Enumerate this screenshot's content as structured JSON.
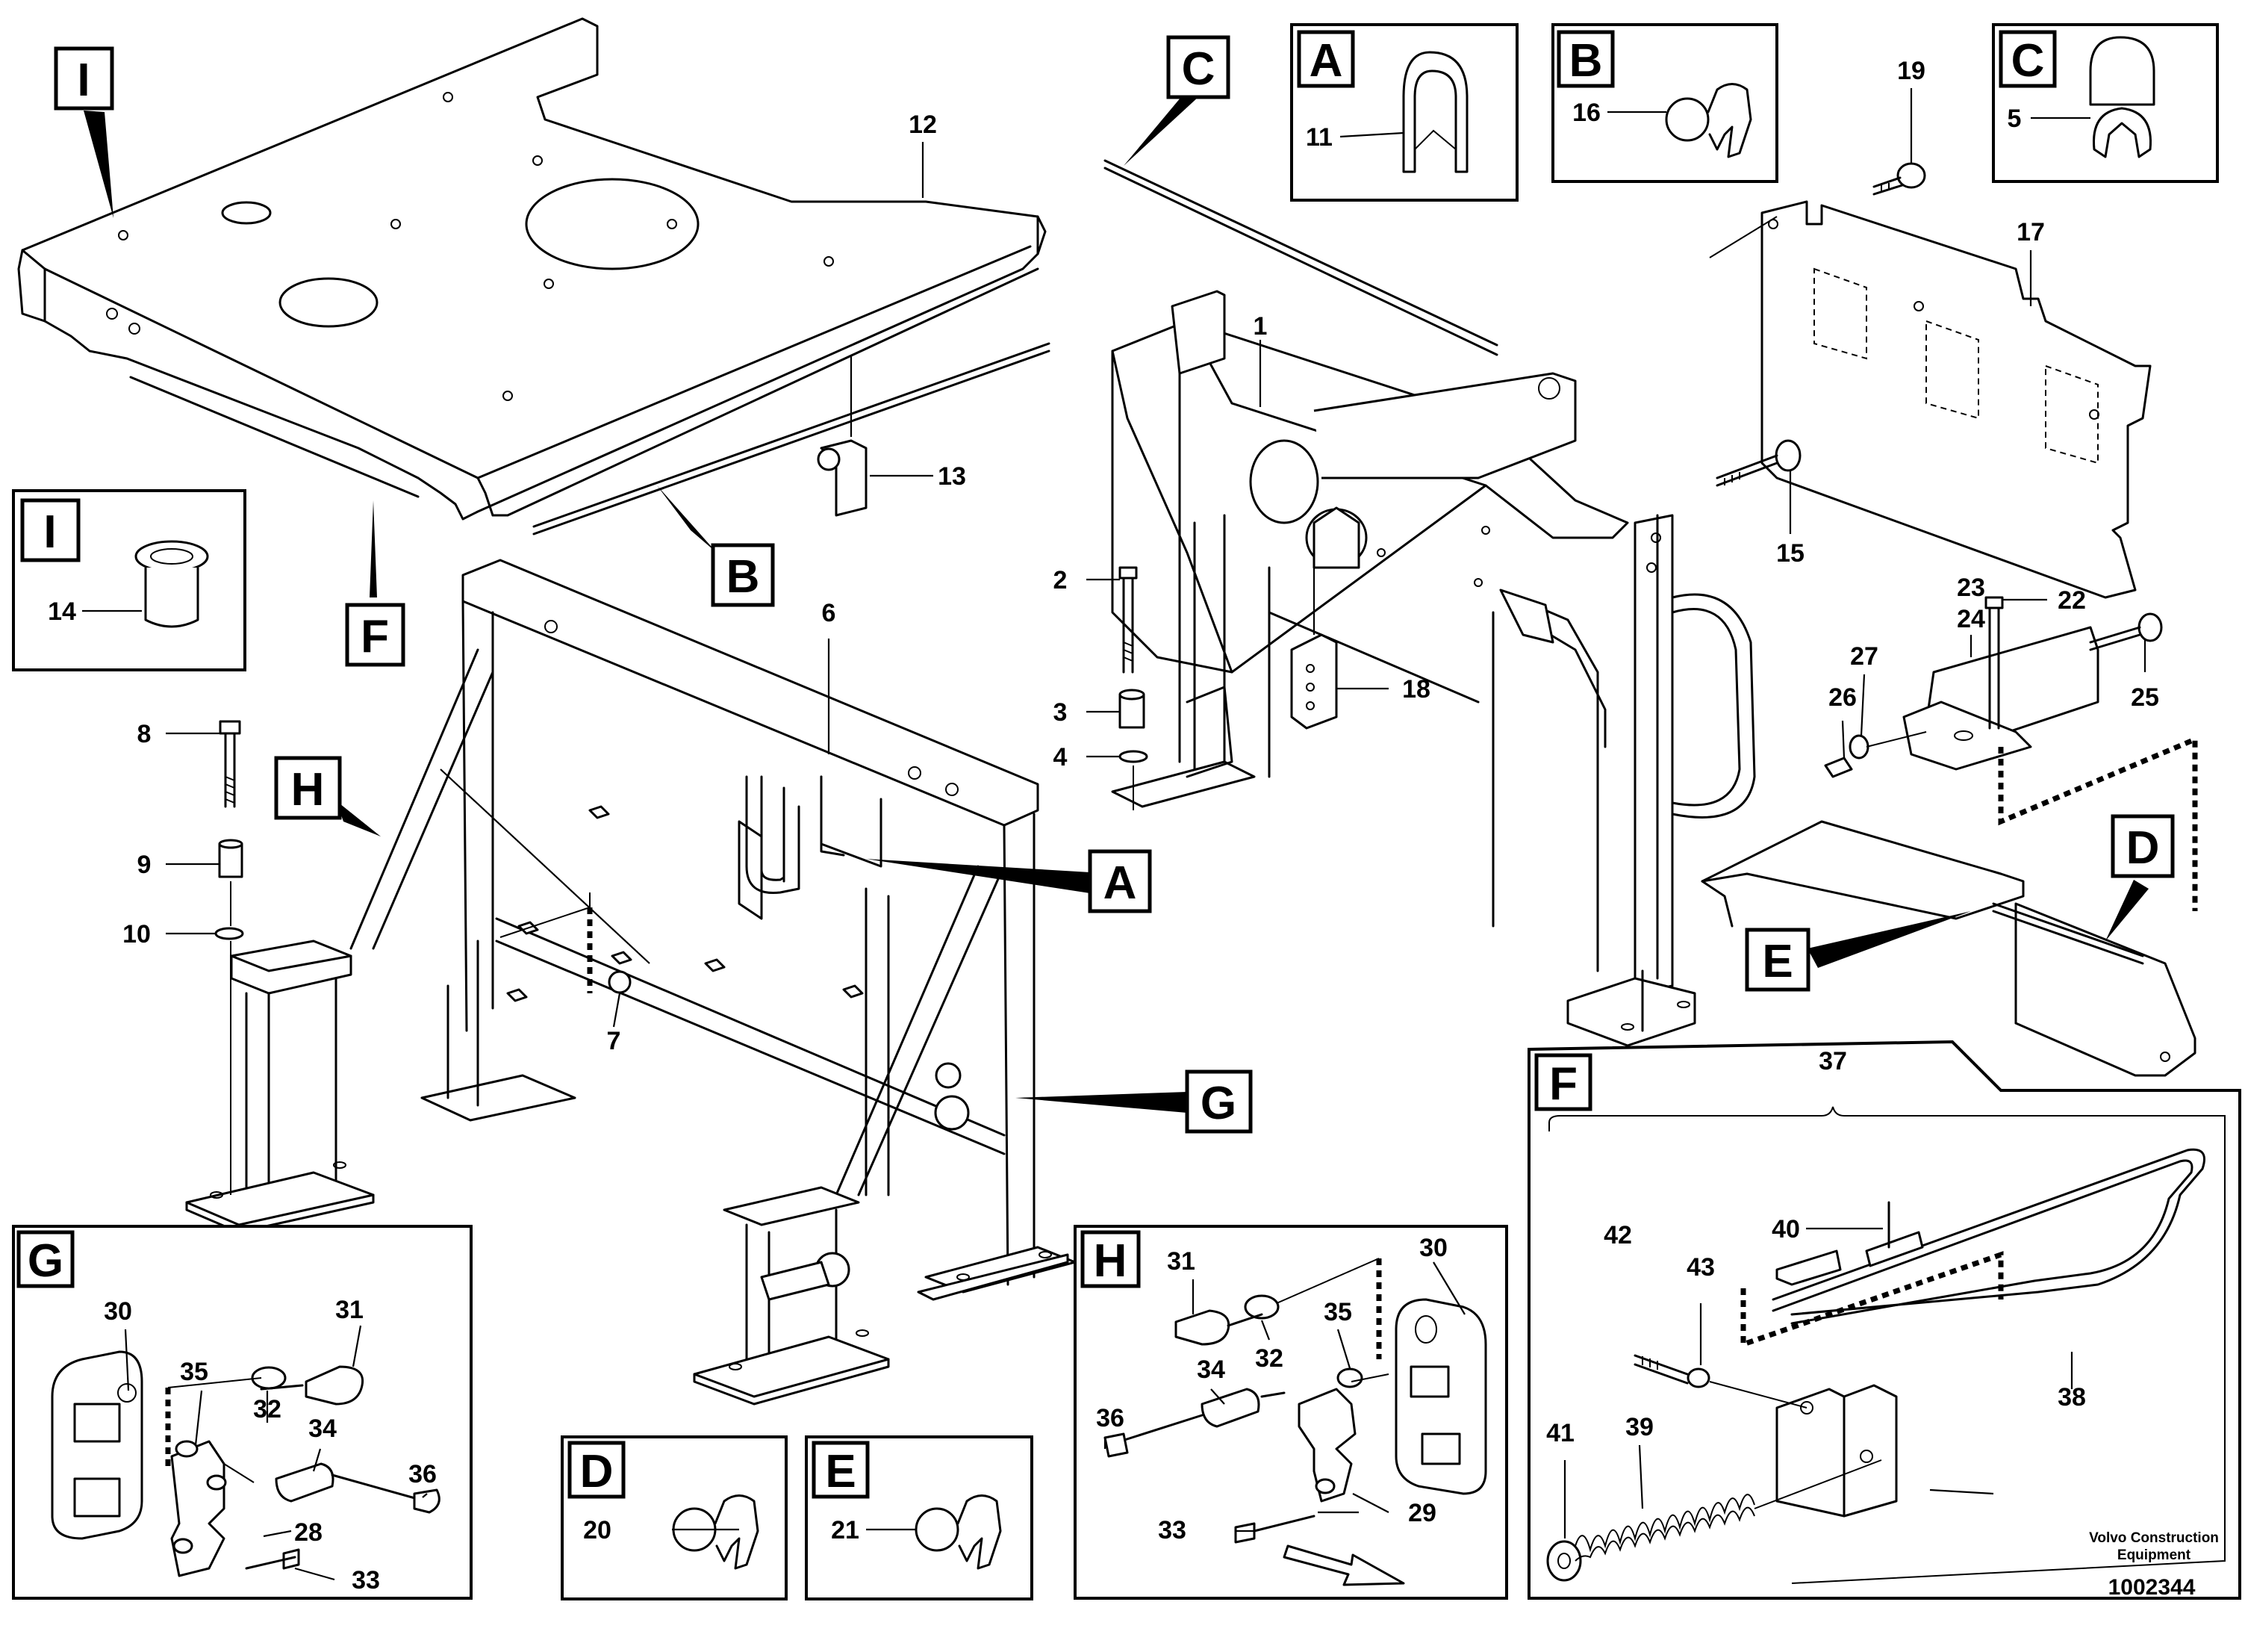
{
  "credit": {
    "line1": "Volvo Construction",
    "line2": "Equipment",
    "doc_number": "1002344"
  },
  "view_letters": {
    "I_top": "I",
    "I_detail": "I",
    "F_pointer": "F",
    "B_pointer": "B",
    "H_pointer": "H",
    "C_pointer": "C",
    "A_pointer": "A",
    "G_pointer": "G",
    "E_pointer": "E",
    "D_pointer": "D",
    "A_detail": "A",
    "B_detail": "B",
    "C_detail": "C",
    "D_detail": "D",
    "E_detail": "E",
    "F_detail": "F",
    "G_detail": "G",
    "H_detail": "H"
  },
  "callouts": {
    "n1": "1",
    "n2": "2",
    "n3": "3",
    "n4": "4",
    "n5": "5",
    "n6": "6",
    "n7": "7",
    "n8": "8",
    "n9": "9",
    "n10": "10",
    "n11": "11",
    "n12": "12",
    "n13": "13",
    "n14": "14",
    "n15": "15",
    "n16": "16",
    "n17": "17",
    "n18": "18",
    "n19": "19",
    "n20": "20",
    "n21": "21",
    "n22": "22",
    "n23": "23",
    "n24": "24",
    "n25": "25",
    "n26": "26",
    "n27": "27",
    "n28": "28",
    "n29": "29",
    "g30": "30",
    "g31": "31",
    "g32": "32",
    "g33": "33",
    "g34": "34",
    "g35": "35",
    "g36": "36",
    "h30": "30",
    "h31": "31",
    "h32": "32",
    "h33": "33",
    "h34": "34",
    "h35": "35",
    "h36": "36",
    "n37": "37",
    "n38": "38",
    "n39": "39",
    "n40": "40",
    "n41": "41",
    "n42": "42",
    "n43": "43"
  }
}
